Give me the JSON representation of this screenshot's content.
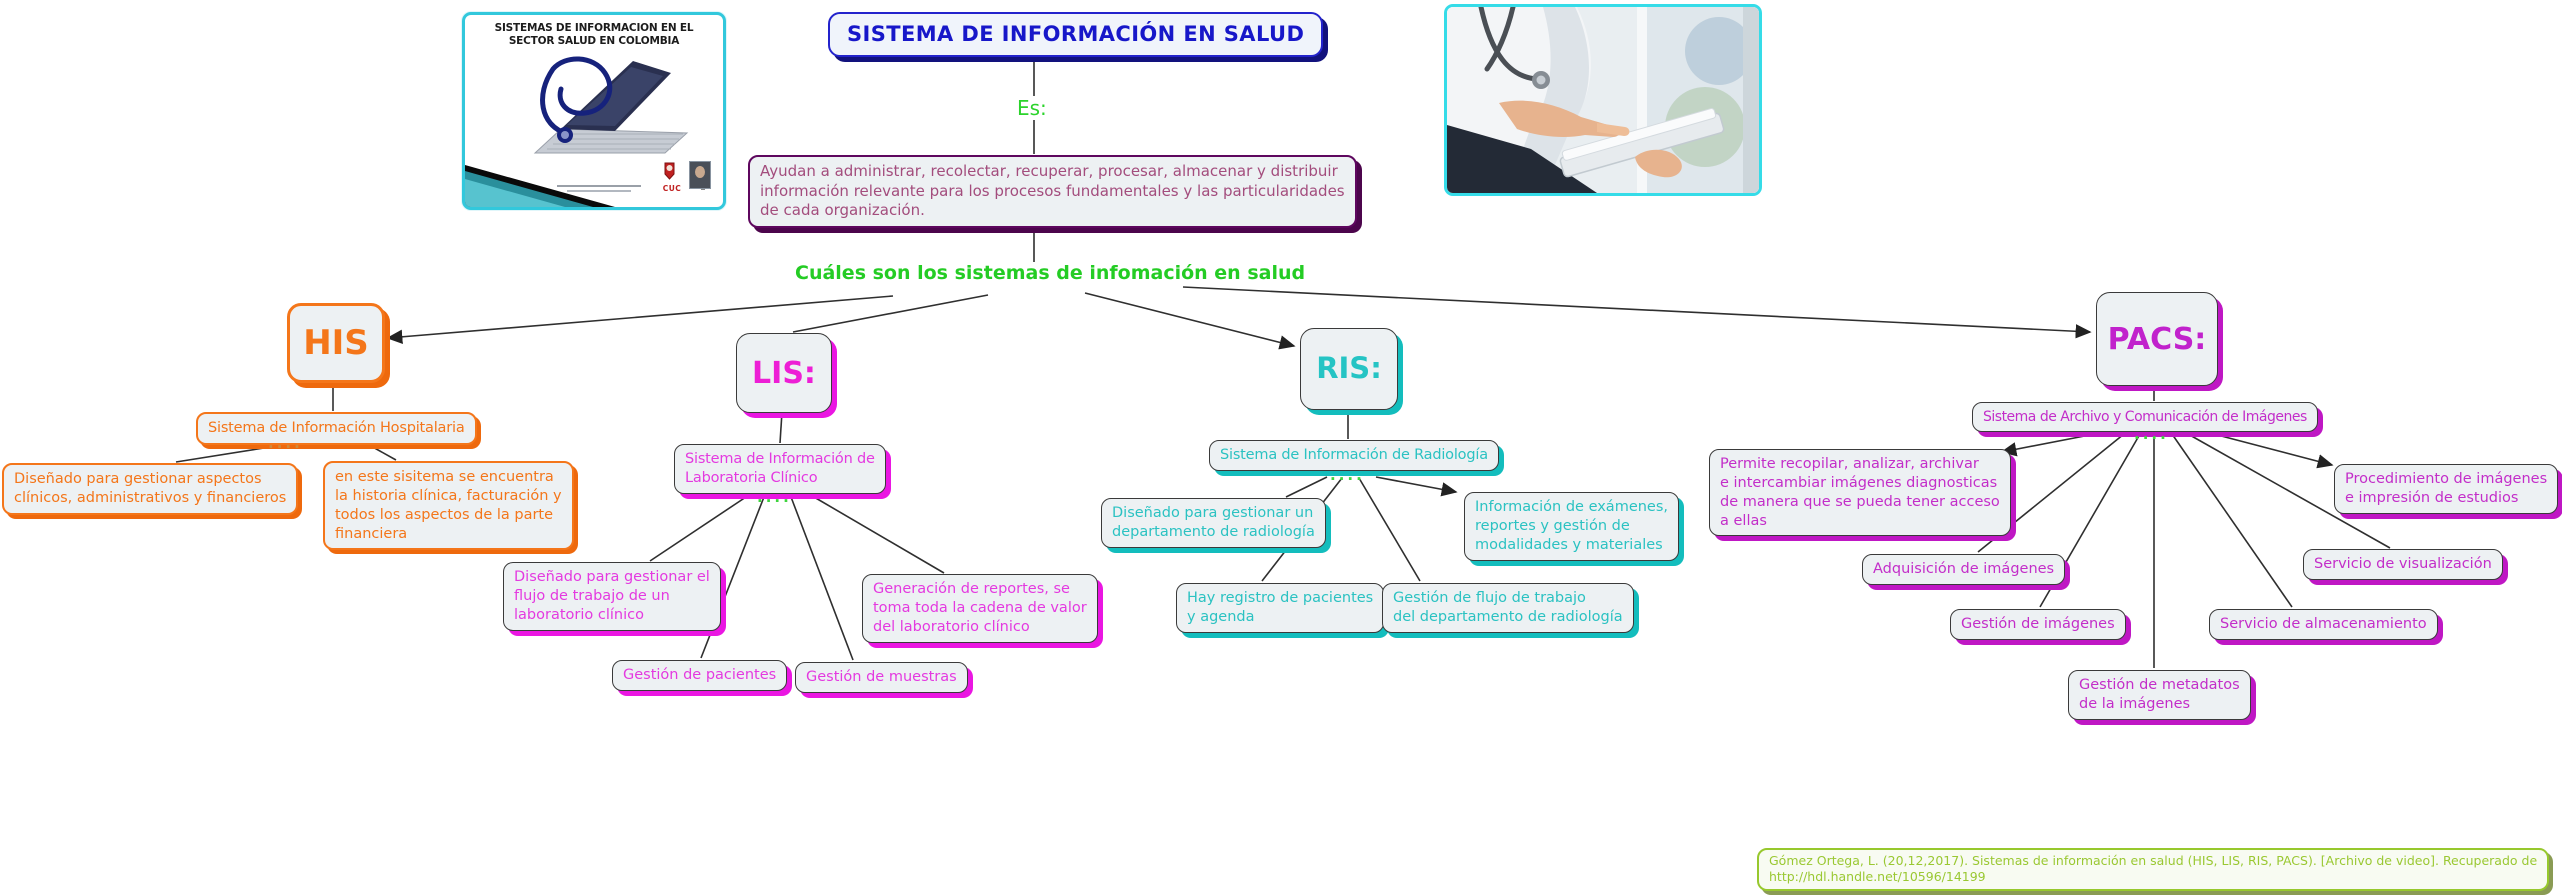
{
  "map": {
    "title_node": "SISTEMA DE INFORMACIÓN EN SALUD",
    "es_label": "Es:",
    "definition": "Ayudan a administrar, recolectar, recuperar, procesar, almacenar y distribuir\ninformación relevante para los procesos fundamentales y las particularidades\nde cada organización.",
    "question": "Cuáles son los sistemas de infomación en salud",
    "citation": "Gómez Ortega, L. (20,12,2017). Sistemas de información en salud (HIS, LIS, RIS, PACS). [Archivo de video]. Recuperado de\nhttp://hdl.handle.net/10596/14199"
  },
  "slide": {
    "title": "SISTEMAS DE INFORMACION EN EL\nSECTOR SALUD EN COLOMBIA",
    "logo_text": "CUC"
  },
  "his": {
    "label": "HIS",
    "subtitle": "Sistema de Información Hospitalaria",
    "children": [
      {
        "text": "Diseñado para gestionar aspectos\nclínicos, administrativos y financieros"
      },
      {
        "text": "en este sisitema se encuentra\nla historia clínica, facturación y\ntodos los aspectos de la parte\nfinanciera"
      }
    ]
  },
  "lis": {
    "label": "LIS:",
    "subtitle": "Sistema de Información de\nLaboratoria Clínico",
    "children": [
      {
        "text": "Diseñado para gestionar el\nflujo de trabajo de un\nlaboratorio clínico"
      },
      {
        "text": "Generación de reportes, se\ntoma toda la cadena de valor\ndel laboratorio clínico"
      },
      {
        "text": "Gestión de pacientes"
      },
      {
        "text": "Gestión de muestras"
      }
    ]
  },
  "ris": {
    "label": "RIS:",
    "subtitle": "Sistema de Información de Radiología",
    "children": [
      {
        "text": "Diseñado para gestionar un\ndepartamento de radiología"
      },
      {
        "text": "Información de exámenes,\nreportes y gestión de\nmodalidades y materiales"
      },
      {
        "text": "Hay registro de pacientes\ny agenda"
      },
      {
        "text": "Gestión de flujo de trabajo\ndel departamento de radiología"
      }
    ]
  },
  "pacs": {
    "label": "PACS:",
    "subtitle": "Sistema de Archivo y Comunicación de Imágenes",
    "children": [
      {
        "text": "Permite recopilar, analizar, archivar\ne intercambiar imágenes diagnosticas\nde manera que se pueda tener acceso\na ellas"
      },
      {
        "text": "Procedimiento de imágenes\ne impresión de estudios"
      },
      {
        "text": "Adquisición de imágenes"
      },
      {
        "text": "Servicio de visualización"
      },
      {
        "text": "Gestión de imágenes"
      },
      {
        "text": "Servicio de almacenamiento"
      },
      {
        "text": "Gestión de metadatos\nde la imágenes"
      }
    ]
  },
  "colors": {
    "his_orange": "#f4761a",
    "lis_magenta": "#ed1fd5",
    "ris_teal": "#25c4c4",
    "pacs_purple": "#c122cc",
    "title_blue": "#1717c9",
    "link_green": "#24cc24",
    "definition_purple": "#a34d7d",
    "citation_green": "#9ac832",
    "node_fill": "#edf1f3"
  }
}
